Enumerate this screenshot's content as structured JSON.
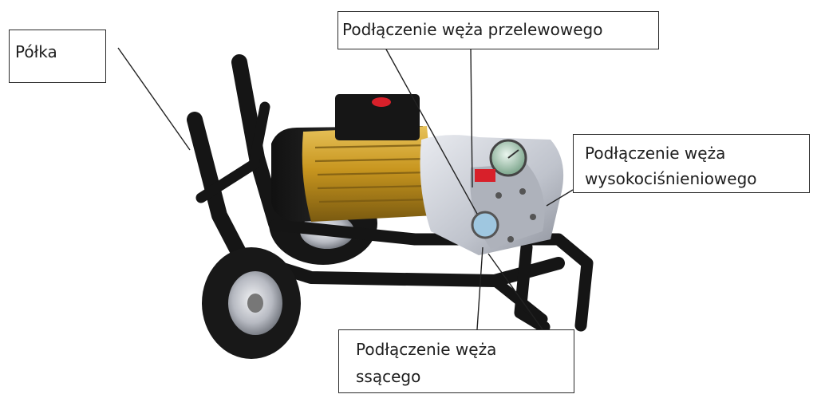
{
  "diagram": {
    "labels": {
      "shelf": "Półka",
      "overflow_hose": "Podłączenie węża przelewowego",
      "high_pressure_hose_line1": "Podłączenie węża",
      "high_pressure_hose_line2": "wysokociśnieniowego",
      "suction_hose_line1": "Podłączenie węża",
      "suction_hose_line2": "ssącego"
    },
    "colors": {
      "frame": "#151515",
      "motor_housing": "#c89a2a",
      "pump_body": "#c9ccd4",
      "switch_button": "#d8202a",
      "tire": "#1a1a1a",
      "rim": "#b9bcc3",
      "leader_line": "#222222"
    }
  }
}
